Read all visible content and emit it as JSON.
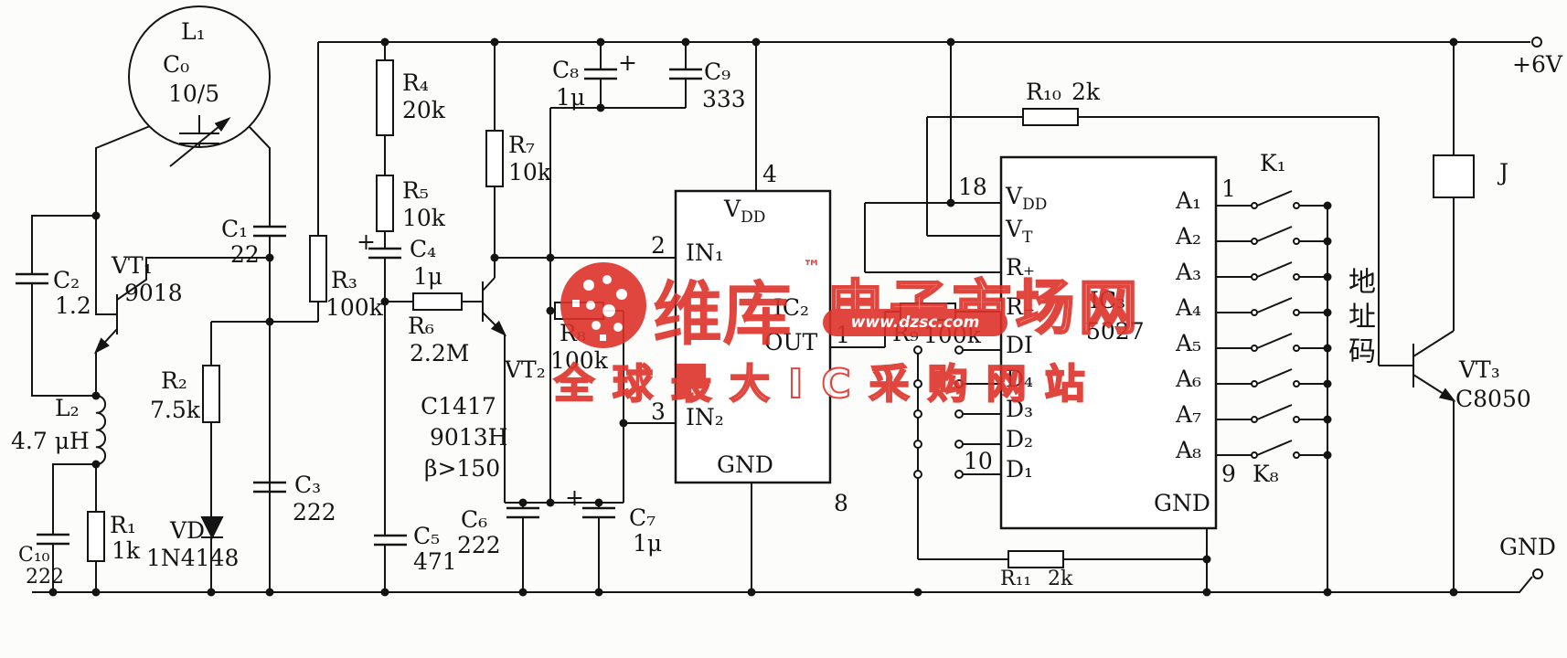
{
  "power": {
    "plus6v": "+6V",
    "gnd": "GND"
  },
  "left": {
    "L1": "L₁",
    "C0": "C₀",
    "C0_val": "10/5",
    "C2": "C₂",
    "C2_val": "1.2",
    "VT1": "VT₁",
    "VT1_val": "9018",
    "C1": "C₁",
    "C1_val": "22",
    "R3": "R₃",
    "R3_val": "100k",
    "L2": "L₂",
    "L2_val": "4.7 μH",
    "R2": "R₂",
    "R2_val": "7.5k",
    "R1": "R₁",
    "R1_val": "1k",
    "C10": "C₁₀",
    "C10_val": "222",
    "VD": "VD",
    "VD_val": "1N4148",
    "C3": "C₃",
    "C3_val": "222"
  },
  "middle": {
    "R4": "R₄",
    "R4_val": "20k",
    "R5": "R₅",
    "R5_val": "10k",
    "C4": "C₄",
    "C4_val": "1μ",
    "plus": "+",
    "R6": "R₆",
    "R6_val": "2.2M",
    "R7": "R₇",
    "R7_val": "10k",
    "VT2": "VT₂",
    "VT2_part": "C1417",
    "VT2_type": "9013H",
    "VT2_beta": "β>150",
    "C5": "C₅",
    "C5_val": "471",
    "C6": "C₆",
    "C6_val": "222",
    "C7": "C₇",
    "C7_val": "1μ",
    "C8": "C₈",
    "C8_val": "1μ",
    "C9": "C₉",
    "C9_val": "333",
    "R8": "R₈",
    "R8_val": "100k"
  },
  "ic2": {
    "pin4": "4",
    "pin2": "2",
    "pin3": "3",
    "pin1": "1",
    "pin8": "8",
    "vdd_main": "V",
    "vdd_sub": "DD",
    "in1": "IN₁",
    "name": "IC₂",
    "out": "OUT",
    "in2": "IN₂",
    "gnd": "GND"
  },
  "ic3": {
    "pin18": "18",
    "pin10": "10",
    "pin1": "1",
    "pin9": "9",
    "vdd_main": "V",
    "vdd_sub": "DD",
    "vt_main": "V",
    "vt_sub": "T",
    "rplus": "R₊",
    "rminus": "R₋",
    "di": "DI",
    "d4": "D₄",
    "d3": "D₃",
    "d2": "D₂",
    "d1": "D₁",
    "name": "IC₃",
    "part": "5027",
    "a": [
      "A₁",
      "A₂",
      "A₃",
      "A₄",
      "A₅",
      "A₆",
      "A₇",
      "A₈"
    ],
    "gnd": "GND"
  },
  "right": {
    "R10": "R₁₀",
    "R10_val": "2k",
    "R9": "R₉",
    "R9_val": "100k",
    "R11": "R₁₁",
    "R11_val": "2k",
    "K1": "K₁",
    "K8": "K₈",
    "addr": "地址码",
    "VT3": "VT₃",
    "VT3_val": "C8050",
    "J": "J"
  },
  "watermark": {
    "brand": "维库",
    "tm": "™",
    "brand2": "电子市场网",
    "url": "www.dzsc.com",
    "slogan": "全球最大IC采购网站"
  }
}
